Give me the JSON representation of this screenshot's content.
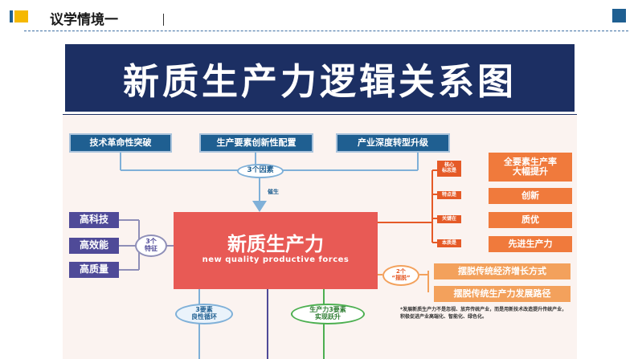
{
  "header": {
    "section_title": "议学情境一",
    "accent_left": "#f5b800",
    "accent_right": "#1f5f91"
  },
  "diagram": {
    "banner_title": "新质生产力逻辑关系图",
    "top_boxes": [
      "技术革命性突破",
      "生产要素创新性配置",
      "产业深度转型升级"
    ],
    "factors_label": "3个因素",
    "cuisheng_label": "催生",
    "center_title": "新质生产力",
    "center_subtitle": "new quality productive forces",
    "features_label": "3个\n特征",
    "features": [
      "高科技",
      "高效能",
      "高质量"
    ],
    "right_items": [
      {
        "tag": "核心\n标志是",
        "text": "全要素生产率\n大幅提升"
      },
      {
        "tag": "特点是",
        "text": "创新"
      },
      {
        "tag": "关键在",
        "text": "质优"
      },
      {
        "tag": "本质是",
        "text": "先进生产力"
      }
    ],
    "baituo_label": "2个\n“摆脱”",
    "baituo_items": [
      "摆脱传统经济增长方式",
      "摆脱传统生产力发展路径"
    ],
    "bottom_left_label": "3要素\n良性循环",
    "bottom_mid_label": "生产力3要素\n实现跃升",
    "footnote": "*发展新质生产力不是忽视、放弃传统产业，而是用新技术改造提升传统产业，积极促进产业高端化、智能化、绿色化。",
    "colors": {
      "banner_bg": "#1c2f63",
      "center_bg": "#e85a55",
      "tech_box": "#1f5f91",
      "feature_box": "#4f4a98",
      "orange": "#f07a3c",
      "light_orange": "#f3a15c"
    }
  }
}
